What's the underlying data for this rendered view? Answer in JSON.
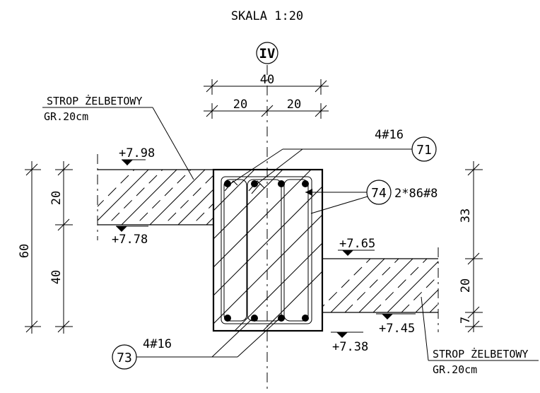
{
  "scale": "SKALA 1:20",
  "axis_label": "IV",
  "top_dims": {
    "total": "40",
    "left": "20",
    "right": "20"
  },
  "left_dims": {
    "total": "60",
    "upper": "20",
    "lower": "40"
  },
  "right_dims": {
    "upper": "33",
    "middle": "20",
    "lower": "7"
  },
  "levels": {
    "l1": "+7.98",
    "l2": "+7.78",
    "l3": "+7.65",
    "l4": "+7.45",
    "l5": "+7.38"
  },
  "slab_labels": {
    "left_name": "STROP ŻELBETOWY",
    "left_thk": "GR.20cm",
    "right_name": "STROP ŻELBETOWY",
    "right_thk": "GR.20cm"
  },
  "rebars": {
    "top": {
      "mark": "71",
      "spec": "4#16"
    },
    "stirrup": {
      "mark": "74",
      "spec": "2*86#8"
    },
    "bottom": {
      "mark": "73",
      "spec": "4#16"
    }
  }
}
